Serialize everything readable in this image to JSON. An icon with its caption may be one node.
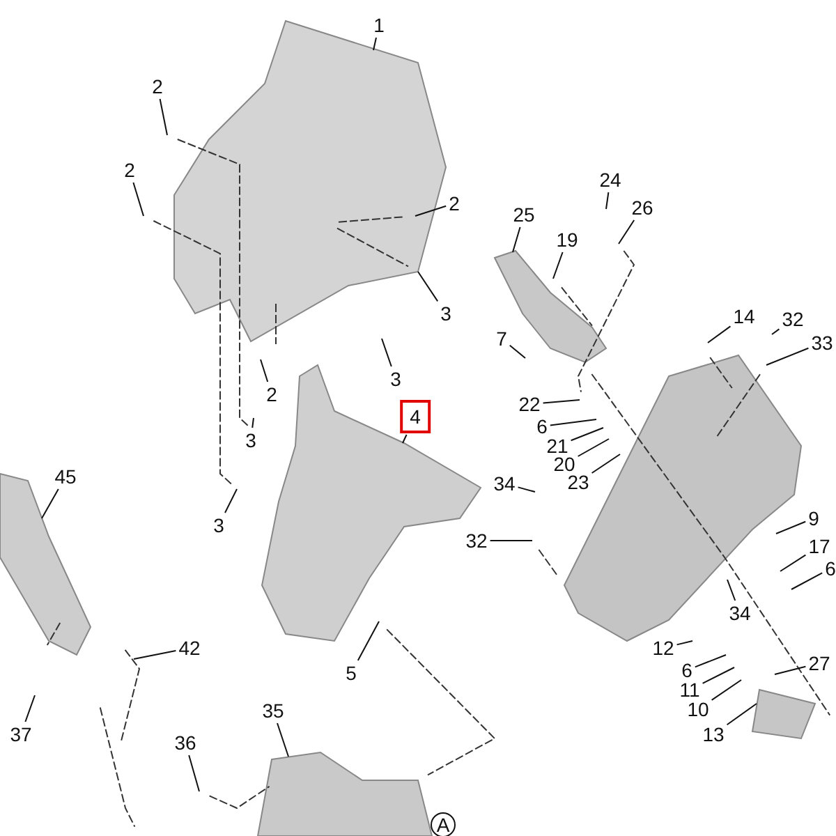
{
  "diagram": {
    "nodes": [
      {
        "text": [
          "1"
        ]
      },
      {
        "text": [
          "2"
        ]
      },
      {
        "text": [
          "2"
        ]
      },
      {
        "text": [
          "2"
        ]
      },
      {
        "text": [
          "3"
        ]
      },
      {
        "text": [
          "3"
        ]
      },
      {
        "text": [
          "2"
        ]
      },
      {
        "text": [
          "3"
        ]
      },
      {
        "text": [
          "4"
        ]
      },
      {
        "text": [
          "3"
        ]
      },
      {
        "text": [
          "5"
        ]
      },
      {
        "text": [
          "45"
        ]
      },
      {
        "text": [
          "42"
        ]
      },
      {
        "text": [
          "37"
        ]
      },
      {
        "text": [
          "36"
        ]
      },
      {
        "text": [
          "35"
        ]
      },
      {
        "text": [
          "A"
        ]
      },
      {
        "text": [
          "25"
        ]
      },
      {
        "text": [
          "19"
        ]
      },
      {
        "text": [
          "24"
        ]
      },
      {
        "text": [
          "26"
        ]
      },
      {
        "text": [
          "7"
        ]
      },
      {
        "text": [
          "14"
        ]
      },
      {
        "text": [
          "32"
        ]
      },
      {
        "text": [
          "33"
        ]
      },
      {
        "text": [
          "22"
        ]
      },
      {
        "text": [
          "6"
        ]
      },
      {
        "text": [
          "21"
        ]
      },
      {
        "text": [
          "20"
        ]
      },
      {
        "text": [
          "23"
        ]
      },
      {
        "text": [
          "34"
        ]
      },
      {
        "text": [
          "32"
        ]
      },
      {
        "text": [
          "9"
        ]
      },
      {
        "text": [
          "17"
        ]
      },
      {
        "text": [
          "6"
        ]
      },
      {
        "text": [
          "34"
        ]
      },
      {
        "text": [
          "12"
        ]
      },
      {
        "text": [
          "6"
        ]
      },
      {
        "text": [
          "11"
        ]
      },
      {
        "text": [
          "10"
        ]
      },
      {
        "text": [
          "13"
        ]
      },
      {
        "text": [
          "27"
        ]
      },
      {
        "text": [],
        "shape": "picture"
      },
      {
        "text": [],
        "shape": "picture"
      },
      {
        "text": [],
        "shape": "picture"
      },
      {
        "text": [],
        "shape": "picture"
      },
      {
        "text": [],
        "shape": "picture"
      },
      {
        "text": [],
        "shape": "picture"
      },
      {
        "text": [],
        "shape": "picture"
      }
    ],
    "edges": [
      {
        "from": 0,
        "to": 42,
        "arrow": "none"
      },
      {
        "from": 1,
        "to": null,
        "arrow": "none"
      },
      {
        "from": 2,
        "to": null,
        "arrow": "none"
      },
      {
        "from": 3,
        "to": 42,
        "arrow": "none"
      },
      {
        "from": 4,
        "to": 42,
        "arrow": "none"
      },
      {
        "from": 5,
        "to": null,
        "arrow": "none"
      },
      {
        "from": 6,
        "to": null,
        "arrow": "none"
      },
      {
        "from": 7,
        "to": null,
        "arrow": "none"
      },
      {
        "from": 8,
        "to": 43,
        "arrow": "none"
      },
      {
        "from": 9,
        "to": null,
        "arrow": "none"
      },
      {
        "from": 10,
        "to": null,
        "arrow": "none"
      },
      {
        "from": 11,
        "to": 46,
        "arrow": "none"
      },
      {
        "from": 12,
        "to": null,
        "arrow": "none"
      },
      {
        "from": 13,
        "to": null,
        "arrow": "none"
      },
      {
        "from": 14,
        "to": null,
        "arrow": "none"
      },
      {
        "from": 15,
        "to": 47,
        "arrow": "none"
      },
      {
        "from": 17,
        "to": 44,
        "arrow": "none"
      },
      {
        "from": 18,
        "to": 44,
        "arrow": "none"
      },
      {
        "from": 19,
        "to": null,
        "arrow": "none"
      },
      {
        "from": 20,
        "to": null,
        "arrow": "none"
      },
      {
        "from": 21,
        "to": null,
        "arrow": "none"
      },
      {
        "from": 22,
        "to": null,
        "arrow": "none"
      },
      {
        "from": 23,
        "to": null,
        "arrow": "none"
      },
      {
        "from": 24,
        "to": null,
        "arrow": "none"
      },
      {
        "from": 25,
        "to": null,
        "arrow": "none"
      },
      {
        "from": 26,
        "to": null,
        "arrow": "none"
      },
      {
        "from": 27,
        "to": null,
        "arrow": "none"
      },
      {
        "from": 28,
        "to": null,
        "arrow": "none"
      },
      {
        "from": 29,
        "to": 45,
        "arrow": "none"
      },
      {
        "from": 30,
        "to": null,
        "arrow": "none"
      },
      {
        "from": 31,
        "to": null,
        "arrow": "none"
      },
      {
        "from": 32,
        "to": null,
        "arrow": "none"
      },
      {
        "from": 33,
        "to": null,
        "arrow": "none"
      },
      {
        "from": 34,
        "to": null,
        "arrow": "none"
      },
      {
        "from": 35,
        "to": null,
        "arrow": "none"
      },
      {
        "from": 36,
        "to": null,
        "arrow": "none"
      },
      {
        "from": 37,
        "to": null,
        "arrow": "none"
      },
      {
        "from": 38,
        "to": null,
        "arrow": "none"
      },
      {
        "from": 39,
        "to": null,
        "arrow": "none"
      },
      {
        "from": 40,
        "to": 48,
        "arrow": "none"
      },
      {
        "from": 41,
        "to": null,
        "arrow": "none"
      }
    ]
  }
}
